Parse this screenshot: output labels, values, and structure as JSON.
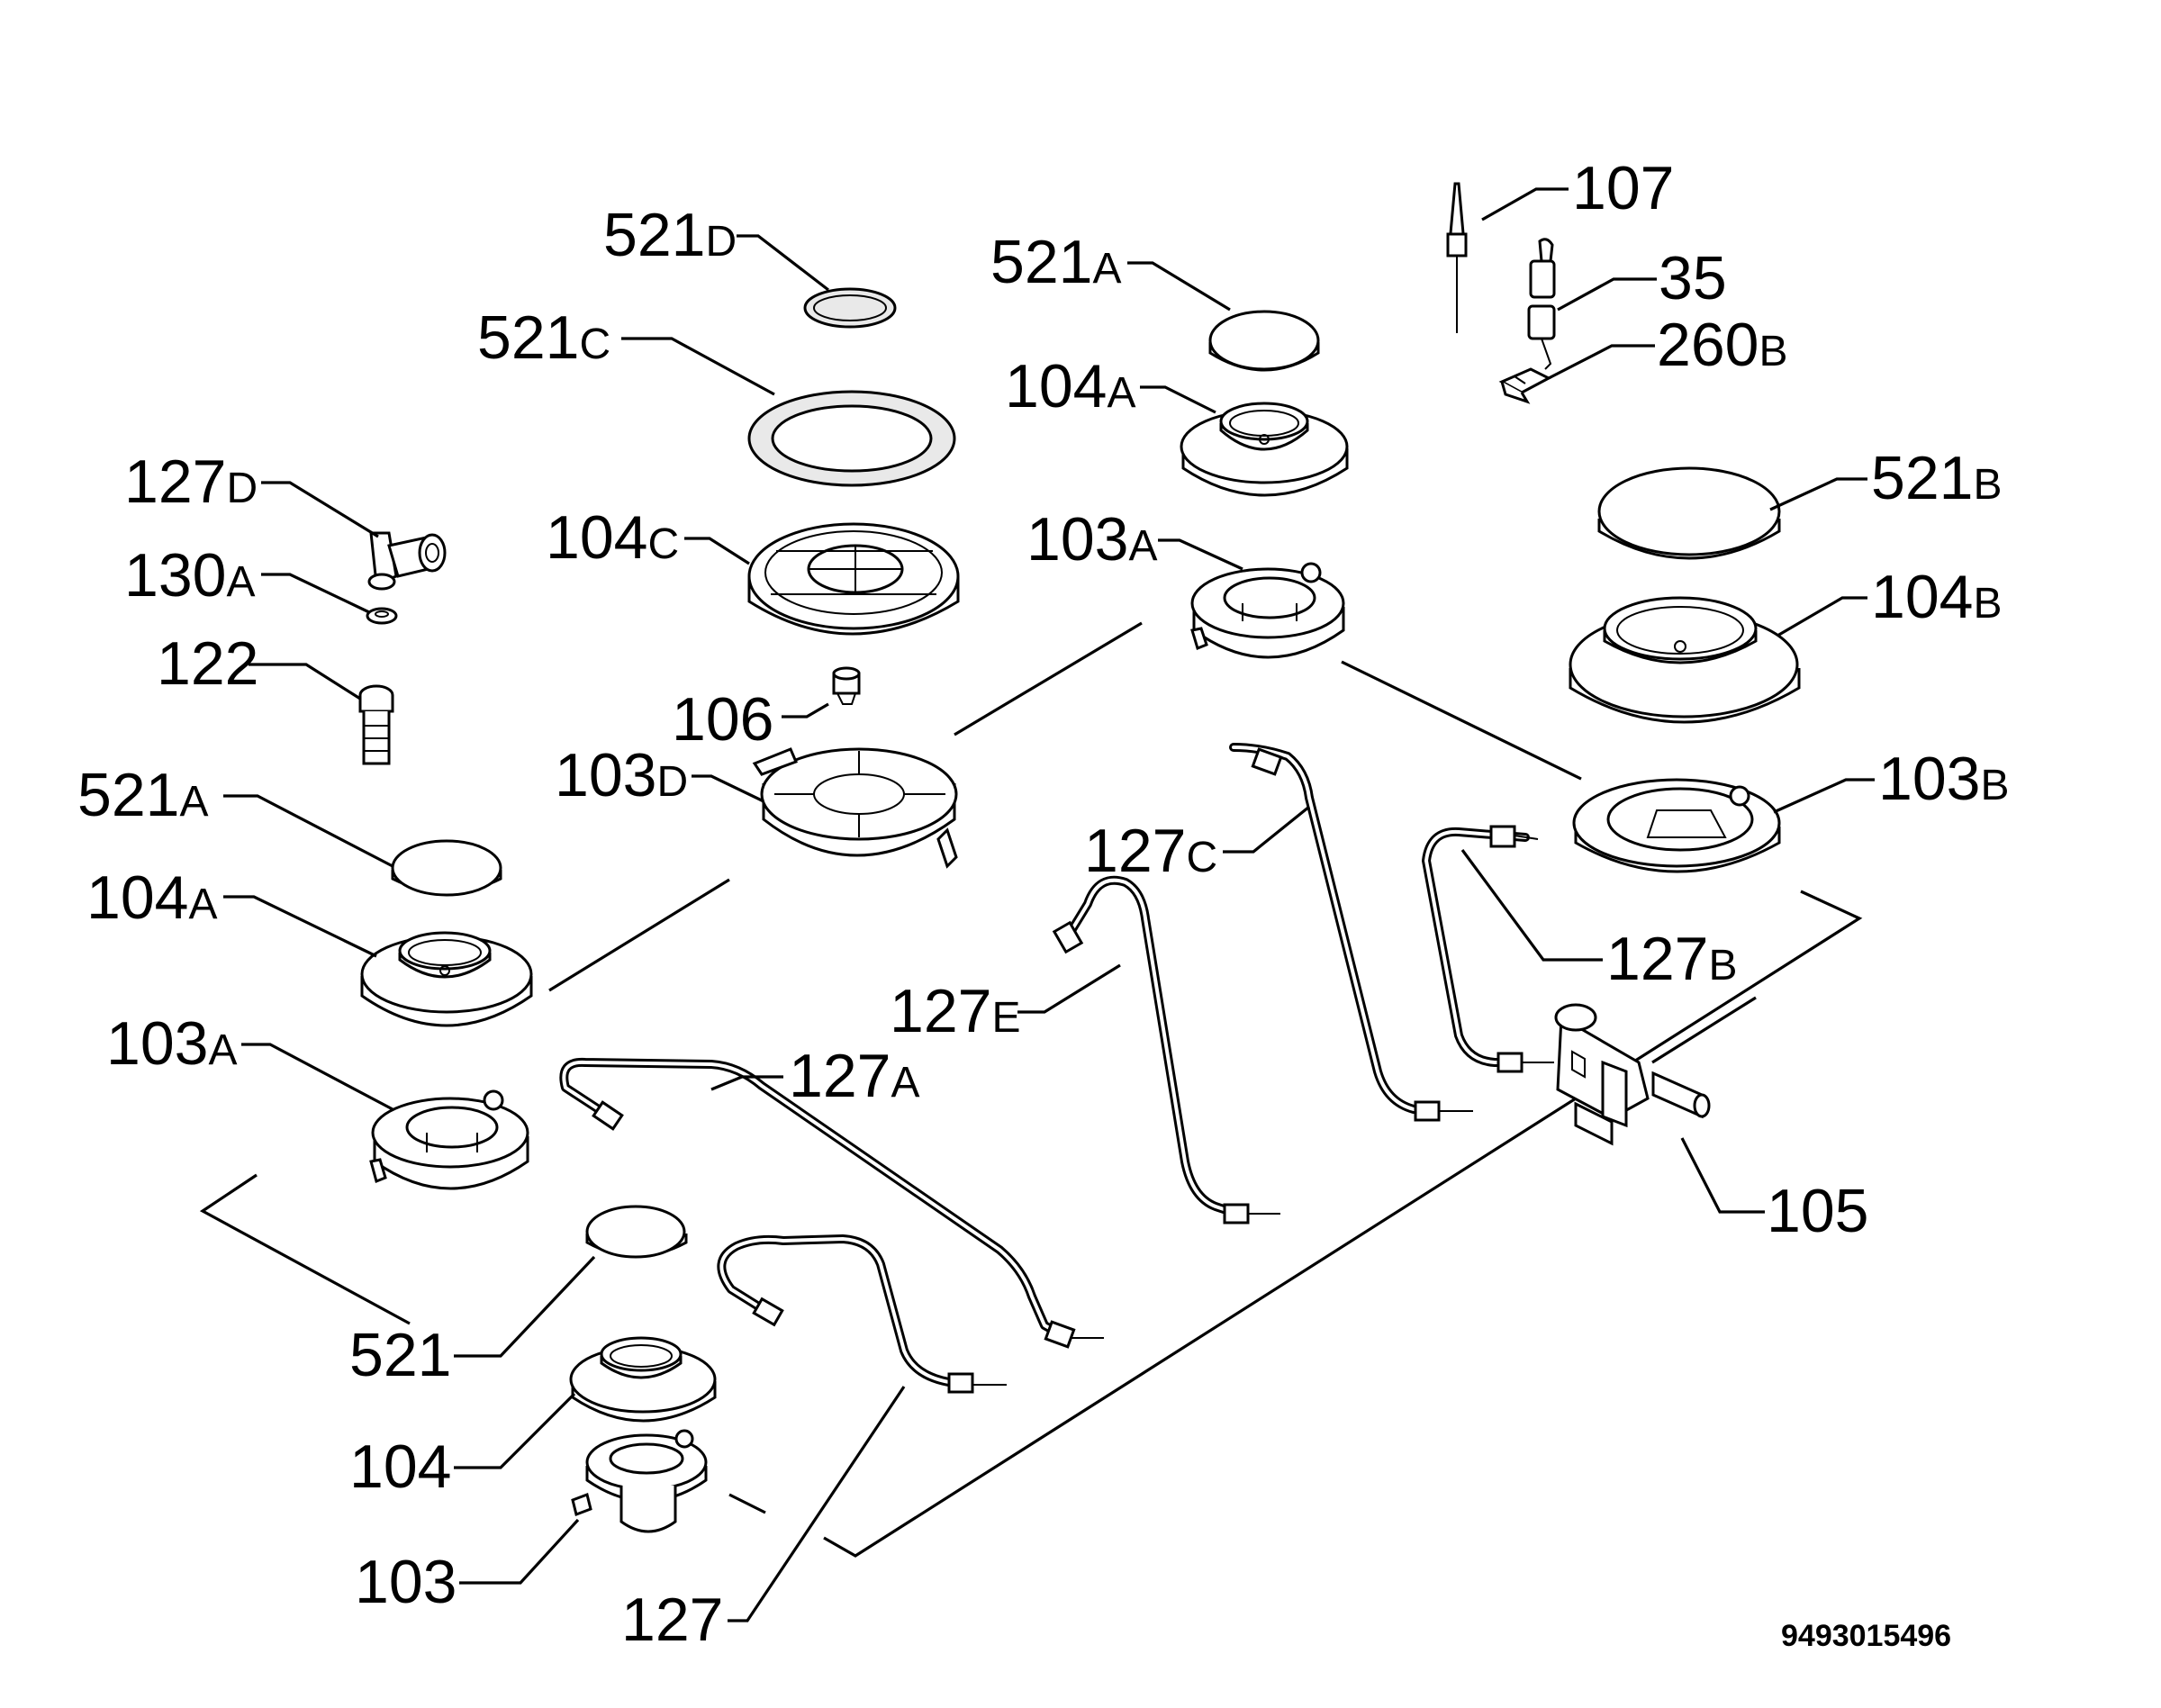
{
  "diagram": {
    "part_labels": [
      {
        "id": "l521d",
        "num": "521",
        "suffix": "D"
      },
      {
        "id": "l521c",
        "num": "521",
        "suffix": "C"
      },
      {
        "id": "l104c",
        "num": "104",
        "suffix": "C"
      },
      {
        "id": "l106",
        "num": "106",
        "suffix": ""
      },
      {
        "id": "l103d",
        "num": "103",
        "suffix": "D"
      },
      {
        "id": "l127d",
        "num": "127",
        "suffix": "D"
      },
      {
        "id": "l130a",
        "num": "130",
        "suffix": "A"
      },
      {
        "id": "l122",
        "num": "122",
        "suffix": ""
      },
      {
        "id": "l521a1",
        "num": "521",
        "suffix": "A"
      },
      {
        "id": "l104a1",
        "num": "104",
        "suffix": "A"
      },
      {
        "id": "l103a1",
        "num": "103",
        "suffix": "A"
      },
      {
        "id": "l521a2",
        "num": "521",
        "suffix": "A"
      },
      {
        "id": "l104a2",
        "num": "104",
        "suffix": "A"
      },
      {
        "id": "l103a2",
        "num": "103",
        "suffix": "A"
      },
      {
        "id": "l107",
        "num": "107",
        "suffix": ""
      },
      {
        "id": "l35",
        "num": "35",
        "suffix": ""
      },
      {
        "id": "l260b",
        "num": "260",
        "suffix": "B"
      },
      {
        "id": "l521b",
        "num": "521",
        "suffix": "B"
      },
      {
        "id": "l104b",
        "num": "104",
        "suffix": "B"
      },
      {
        "id": "l103b",
        "num": "103",
        "suffix": "B"
      },
      {
        "id": "l127c",
        "num": "127",
        "suffix": "C"
      },
      {
        "id": "l127b",
        "num": "127",
        "suffix": "B"
      },
      {
        "id": "l127e",
        "num": "127",
        "suffix": "E"
      },
      {
        "id": "l127a",
        "num": "127",
        "suffix": "A"
      },
      {
        "id": "l105",
        "num": "105",
        "suffix": ""
      },
      {
        "id": "l521",
        "num": "521",
        "suffix": ""
      },
      {
        "id": "l104",
        "num": "104",
        "suffix": ""
      },
      {
        "id": "l103",
        "num": "103",
        "suffix": ""
      },
      {
        "id": "l127",
        "num": "127",
        "suffix": ""
      }
    ],
    "drawing_code": "9493015496"
  }
}
